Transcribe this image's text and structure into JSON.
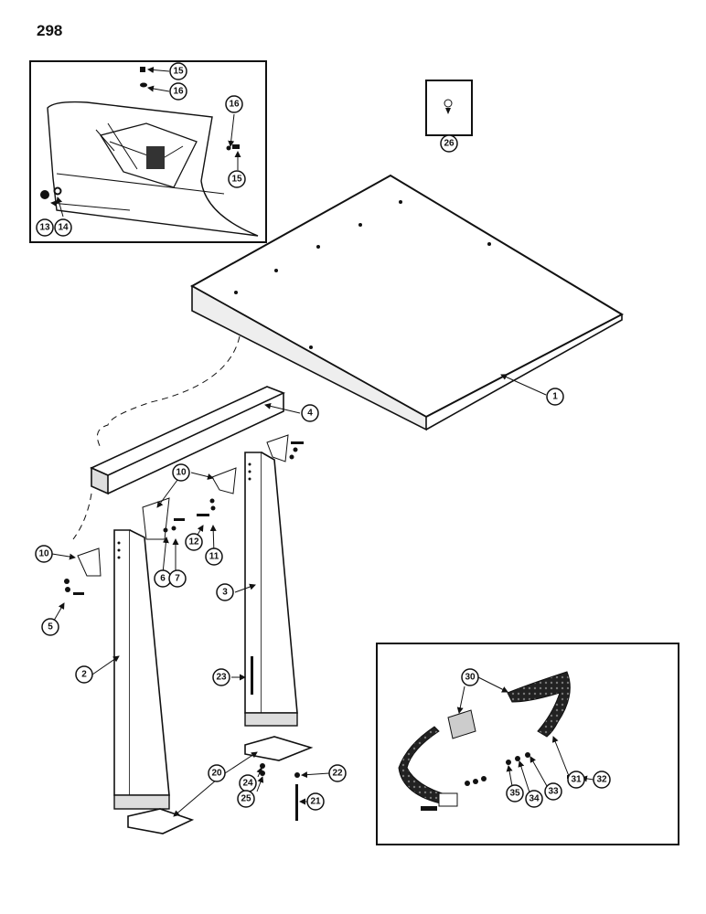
{
  "page": {
    "number": "298"
  },
  "callouts": [
    {
      "id": "c1",
      "label": "1"
    },
    {
      "id": "c2",
      "label": "2"
    },
    {
      "id": "c3",
      "label": "3"
    },
    {
      "id": "c4",
      "label": "4"
    },
    {
      "id": "c5",
      "label": "5"
    },
    {
      "id": "c6",
      "label": "6"
    },
    {
      "id": "c7",
      "label": "7"
    },
    {
      "id": "c10a",
      "label": "10"
    },
    {
      "id": "c10b",
      "label": "10"
    },
    {
      "id": "c11",
      "label": "11"
    },
    {
      "id": "c12",
      "label": "12"
    },
    {
      "id": "c13",
      "label": "13"
    },
    {
      "id": "c14",
      "label": "14"
    },
    {
      "id": "c15a",
      "label": "15"
    },
    {
      "id": "c15b",
      "label": "15"
    },
    {
      "id": "c16a",
      "label": "16"
    },
    {
      "id": "c16b",
      "label": "16"
    },
    {
      "id": "c20",
      "label": "20"
    },
    {
      "id": "c21",
      "label": "21"
    },
    {
      "id": "c22",
      "label": "22"
    },
    {
      "id": "c23",
      "label": "23"
    },
    {
      "id": "c24",
      "label": "24"
    },
    {
      "id": "c25",
      "label": "25"
    },
    {
      "id": "c26",
      "label": "26"
    },
    {
      "id": "c30",
      "label": "30"
    },
    {
      "id": "c31",
      "label": "31"
    },
    {
      "id": "c32",
      "label": "32"
    },
    {
      "id": "c33",
      "label": "33"
    },
    {
      "id": "c34",
      "label": "34"
    },
    {
      "id": "c35",
      "label": "35"
    }
  ]
}
